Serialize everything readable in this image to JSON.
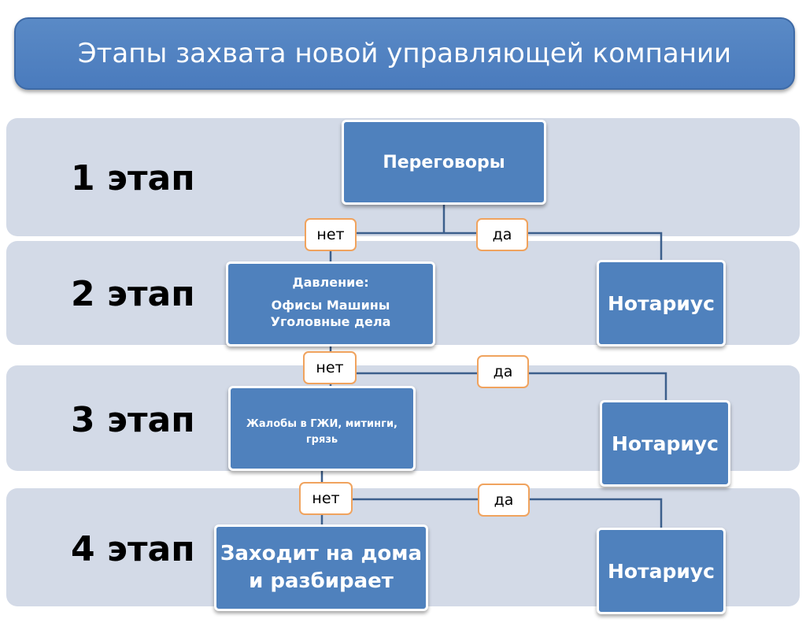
{
  "title": "Этапы захвата новой управляющей компании",
  "stages": [
    {
      "label": "1 этап"
    },
    {
      "label": "2 этап"
    },
    {
      "label": "3 этап"
    },
    {
      "label": "4 этап"
    }
  ],
  "boxes": {
    "negotiations": "Переговоры",
    "pressure_title": "Давление:",
    "pressure_line1": "Офисы Машины",
    "pressure_line2": "Уголовные дела",
    "complaints": "Жалобы в ГЖИ, митинги, грязь",
    "takeover_line1": "Заходит на дома",
    "takeover_line2": "и разбирает",
    "notary_2": "Нотариус",
    "notary_3": "Нотариус",
    "notary_4": "Нотариус"
  },
  "tags": {
    "no_1": "нет",
    "yes_1": "да",
    "no_2": "нет",
    "yes_2": "да",
    "no_3": "нет",
    "yes_3": "да"
  },
  "colors": {
    "box_fill": "#4f81bd",
    "band_fill": "#d3dae7",
    "connector": "#3c5f8c",
    "tag_border": "#f0a35e"
  }
}
